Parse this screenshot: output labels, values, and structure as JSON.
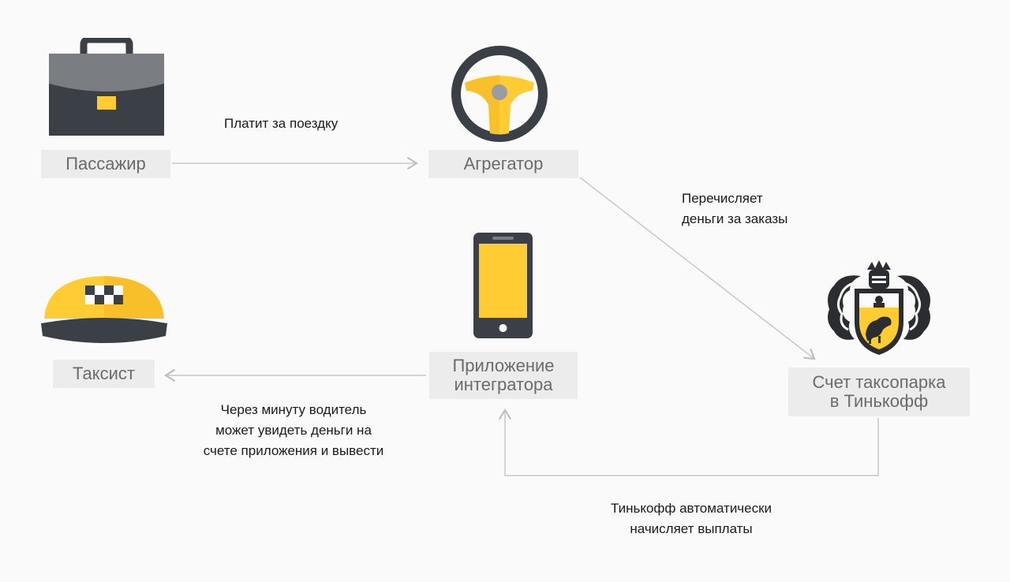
{
  "nodes": {
    "passenger": "Пассажир",
    "aggregator": "Агрегатор",
    "taxi_driver": "Таксист",
    "integrator_app": [
      "Приложение",
      "интегратора"
    ],
    "fleet_account": [
      "Счет таксопарка",
      "в Тинькофф"
    ]
  },
  "edges": {
    "pays": "Платит за поездку",
    "transfers": [
      "Перечисляет",
      "деньги за заказы"
    ],
    "withdraw": [
      "Через минуту водитель",
      "может увидеть деньги на",
      "счете приложения и вывести"
    ],
    "payouts": [
      "Тинькофф автоматически",
      "начисляет выплаты"
    ]
  },
  "icons": {
    "passenger": "briefcase-icon",
    "aggregator": "steering-wheel-icon",
    "taxi_driver": "taxi-cap-icon",
    "integrator_app": "smartphone-icon",
    "fleet_account": "tinkoff-logo-icon"
  },
  "colors": {
    "yellow": "#ffcc33",
    "dark": "#3b4046",
    "gray": "#7a7d82",
    "node_bg": "#ececec",
    "arrow": "#c8c8c8"
  }
}
